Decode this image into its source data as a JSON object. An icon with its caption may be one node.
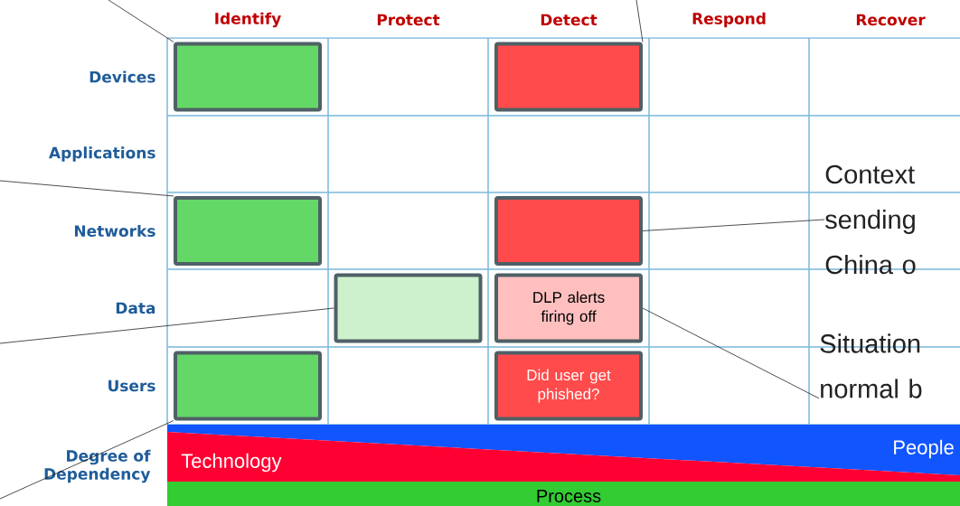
{
  "diagram": {
    "nodes": [
      {
        "text": [],
        "shape": "box"
      },
      {
        "text": [],
        "shape": "box"
      },
      {
        "text": [],
        "shape": "box"
      },
      {
        "text": [],
        "shape": "box"
      },
      {
        "text": [],
        "shape": "box"
      },
      {
        "text": [
          "DLP alerts firing off"
        ]
      },
      {
        "text": [],
        "shape": "box"
      },
      {
        "text": [
          "Did user get phished?"
        ]
      },
      {
        "text": [
          "Context sending China o"
        ]
      },
      {
        "text": [
          "Situation normal b"
        ]
      },
      {
        "text": [
          "People"
        ]
      },
      {
        "text": [
          "Technology"
        ]
      },
      {
        "text": [
          "Process"
        ]
      }
    ],
    "edges": [
      {
        "from": null,
        "to": 0,
        "arrow": "none"
      },
      {
        "from": null,
        "to": 1,
        "arrow": "none"
      },
      {
        "from": null,
        "to": 2,
        "arrow": "none"
      },
      {
        "from": 8,
        "to": 3,
        "arrow": "none"
      },
      {
        "from": null,
        "to": 4,
        "arrow": "none"
      },
      {
        "from": 9,
        "to": 5,
        "arrow": "none"
      },
      {
        "from": null,
        "to": 6,
        "arrow": "none"
      }
    ],
    "labels": [
      "Identify",
      "Protect",
      "Detect",
      "Respond",
      "Recover",
      "Devices",
      "Applications",
      "Networks",
      "Data",
      "Users",
      "Degree of Dependency"
    ]
  }
}
